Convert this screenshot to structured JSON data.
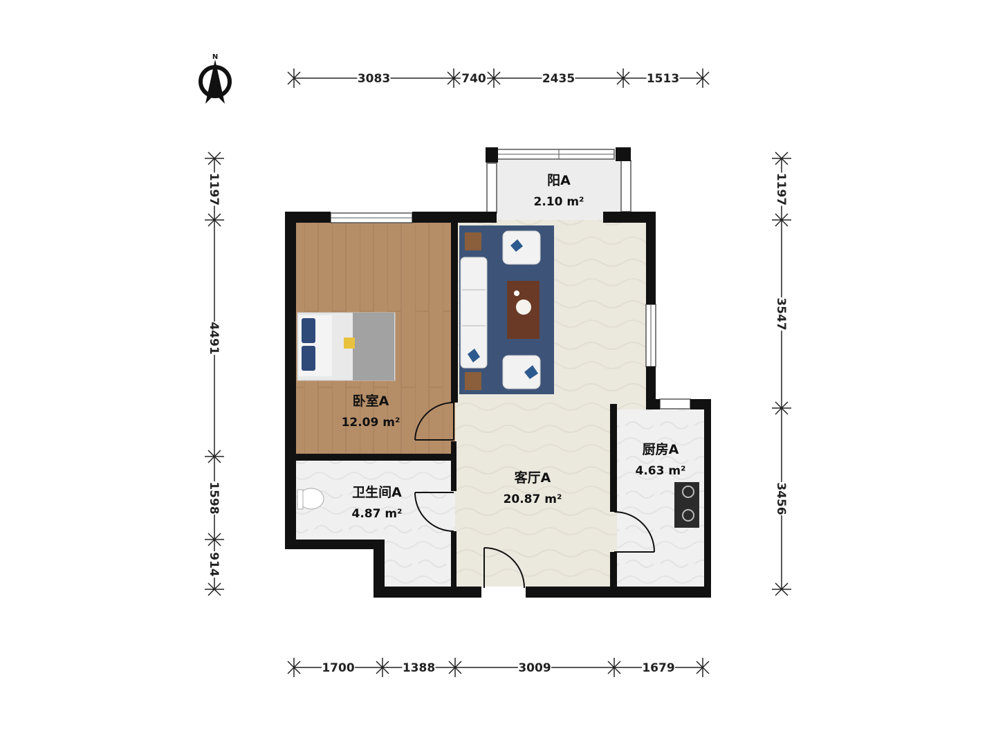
{
  "compass": {
    "label": "N"
  },
  "dimensions": {
    "top": [
      "3083",
      "740",
      "2435",
      "1513"
    ],
    "bottom": [
      "1700",
      "1388",
      "3009",
      "1679"
    ],
    "left": [
      "1197",
      "4491",
      "1598",
      "914"
    ],
    "right": [
      "1197",
      "3547",
      "3456"
    ]
  },
  "rooms": {
    "balcony": {
      "name": "阳A",
      "area": "2.10 m²"
    },
    "bedroom": {
      "name": "卧室A",
      "area": "12.09 m²"
    },
    "living": {
      "name": "客厅A",
      "area": "20.87 m²"
    },
    "kitchen": {
      "name": "厨房A",
      "area": "4.63 m²"
    },
    "bathroom": {
      "name": "卫生间A",
      "area": "4.87 m²"
    }
  },
  "colors": {
    "wall": "#111111",
    "wood_floor": "#b58e68",
    "living_floor": "#ebe8de",
    "tile_floor": "#f1f1f1",
    "rug": "#3d5478",
    "sofa": "#f2f2f2",
    "accent_blue": "#2d5a8e"
  }
}
